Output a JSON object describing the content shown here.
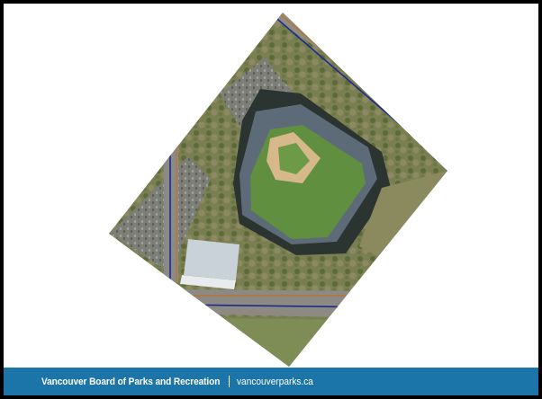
{
  "slide": {
    "image": {
      "subject": "stadium-aerial-photo",
      "colors": {
        "field_green": "#5f8f3f",
        "infield_dirt": "#d6b88a",
        "parcel_line_blue": "#1c2a8f",
        "parcel_line_orange": "#c96a1a",
        "roof_grey": "#c9d2d8"
      }
    },
    "footer": {
      "org": "Vancouver Board of Parks and Recreation",
      "url": "vancouverparks.ca",
      "background": "#1b75a8"
    }
  }
}
